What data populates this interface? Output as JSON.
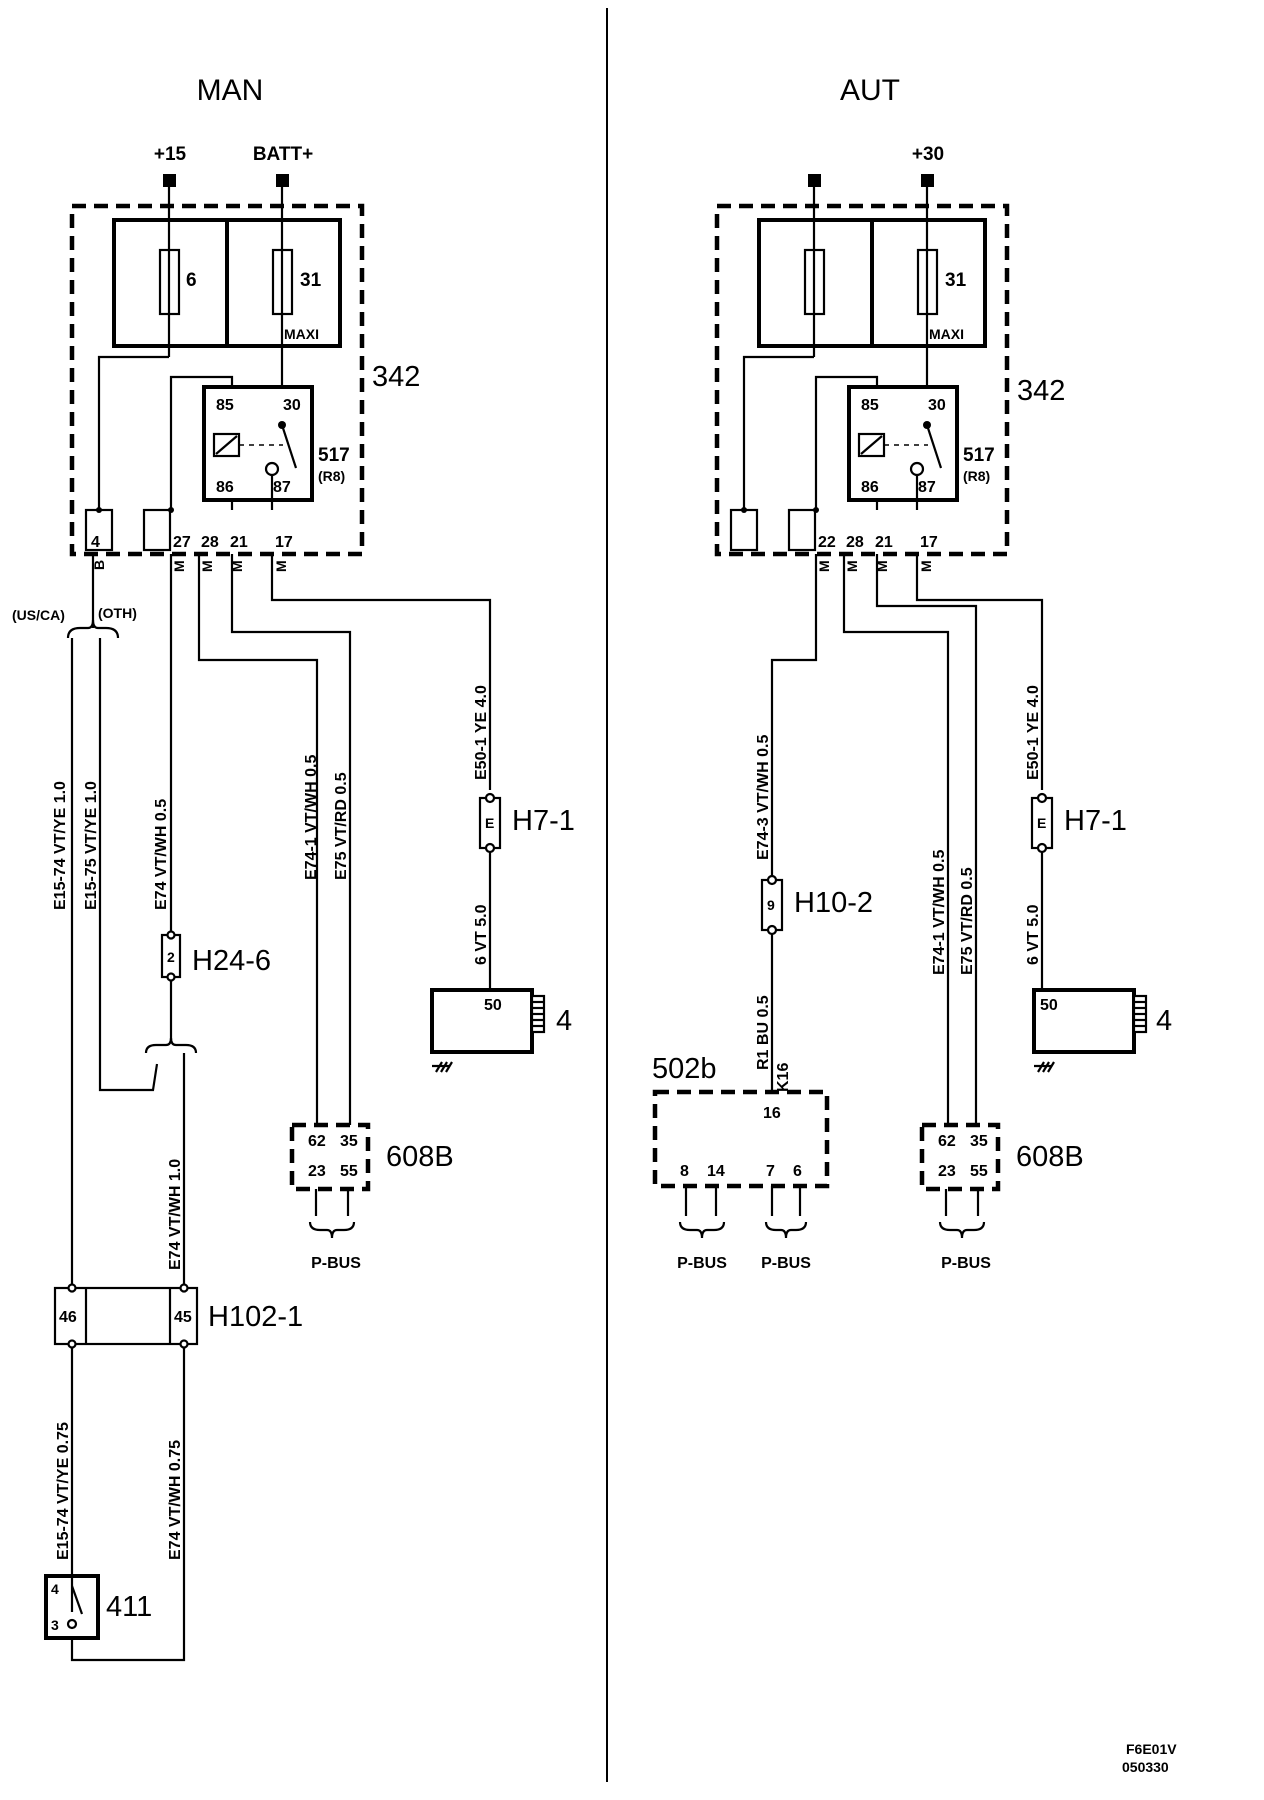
{
  "man": {
    "title": "MAN",
    "supply_1": "+15",
    "supply_2": "BATT+",
    "fuse_1": "6",
    "fuse_2": "31",
    "fuse_2_type": "MAXI",
    "unit": "342",
    "relay": {
      "p85": "85",
      "p30": "30",
      "p86": "86",
      "p87": "87",
      "id": "517",
      "sub": "(R8)"
    },
    "pins": [
      "4",
      "27",
      "28",
      "21",
      "17"
    ],
    "pin_marks": [
      "B",
      "M",
      "M",
      "M",
      "M"
    ],
    "variant_1": "(US/CA)",
    "variant_2": "(OTH)",
    "wires": {
      "w1": "E15-74  VT/YE   1.0",
      "w2": "E15-75  VT/YE   1.0",
      "w3": "E74  VT/WH  0.5",
      "w4": "E74-1  VT/WH  0.5",
      "w5": "E75   VT/RD  0.5",
      "w6": "E50-1  YE    4.0",
      "w7": "6  VT    5.0",
      "w8": "E74 VT/WH   1.0",
      "w9": "E15-74  VT/YE   0.75",
      "w10": "E74   VT/WH  0.75"
    },
    "fuse_e": "E",
    "conn_h71": "H7-1",
    "conn_h246": "H24-6",
    "conn_h246_pin": "2",
    "starter_pin": "50",
    "starter": "4",
    "module_pins": [
      "62",
      "35",
      "23",
      "55"
    ],
    "module": "608B",
    "bus": "P-BUS",
    "conn_h1021": "H102-1",
    "h1021_pins": [
      "46",
      "45"
    ],
    "switch": "411",
    "switch_pins": [
      "4",
      "3"
    ]
  },
  "aut": {
    "title": "AUT",
    "supply": "+30",
    "fuse_2": "31",
    "fuse_2_type": "MAXI",
    "unit": "342",
    "relay": {
      "p85": "85",
      "p30": "30",
      "p86": "86",
      "p87": "87",
      "id": "517",
      "sub": "(R8)"
    },
    "pins": [
      "22",
      "28",
      "21",
      "17"
    ],
    "pin_marks": [
      "M",
      "M",
      "M",
      "M"
    ],
    "wires": {
      "w1": "E74-3  VT/WH   0.5",
      "w2": "R1  BU    0.5",
      "w3": "K16",
      "w4": "E74-1  VT/WH  0.5",
      "w5": "E75   VT/RD  0.5",
      "w6": "E50-1  YE    4.0",
      "w7": "6  VT    5.0"
    },
    "fuse_e": "E",
    "conn_h71": "H7-1",
    "conn_h102": "H10-2",
    "conn_h102_pin": "9",
    "module_502": "502b",
    "module_502_pin": "16",
    "module_502_pins": [
      "8",
      "14",
      "7",
      "6"
    ],
    "starter_pin": "50",
    "starter": "4",
    "module_pins": [
      "62",
      "35",
      "23",
      "55"
    ],
    "module": "608B",
    "bus": "P-BUS"
  },
  "footer": {
    "code": "F6E01V",
    "date": "050330"
  }
}
